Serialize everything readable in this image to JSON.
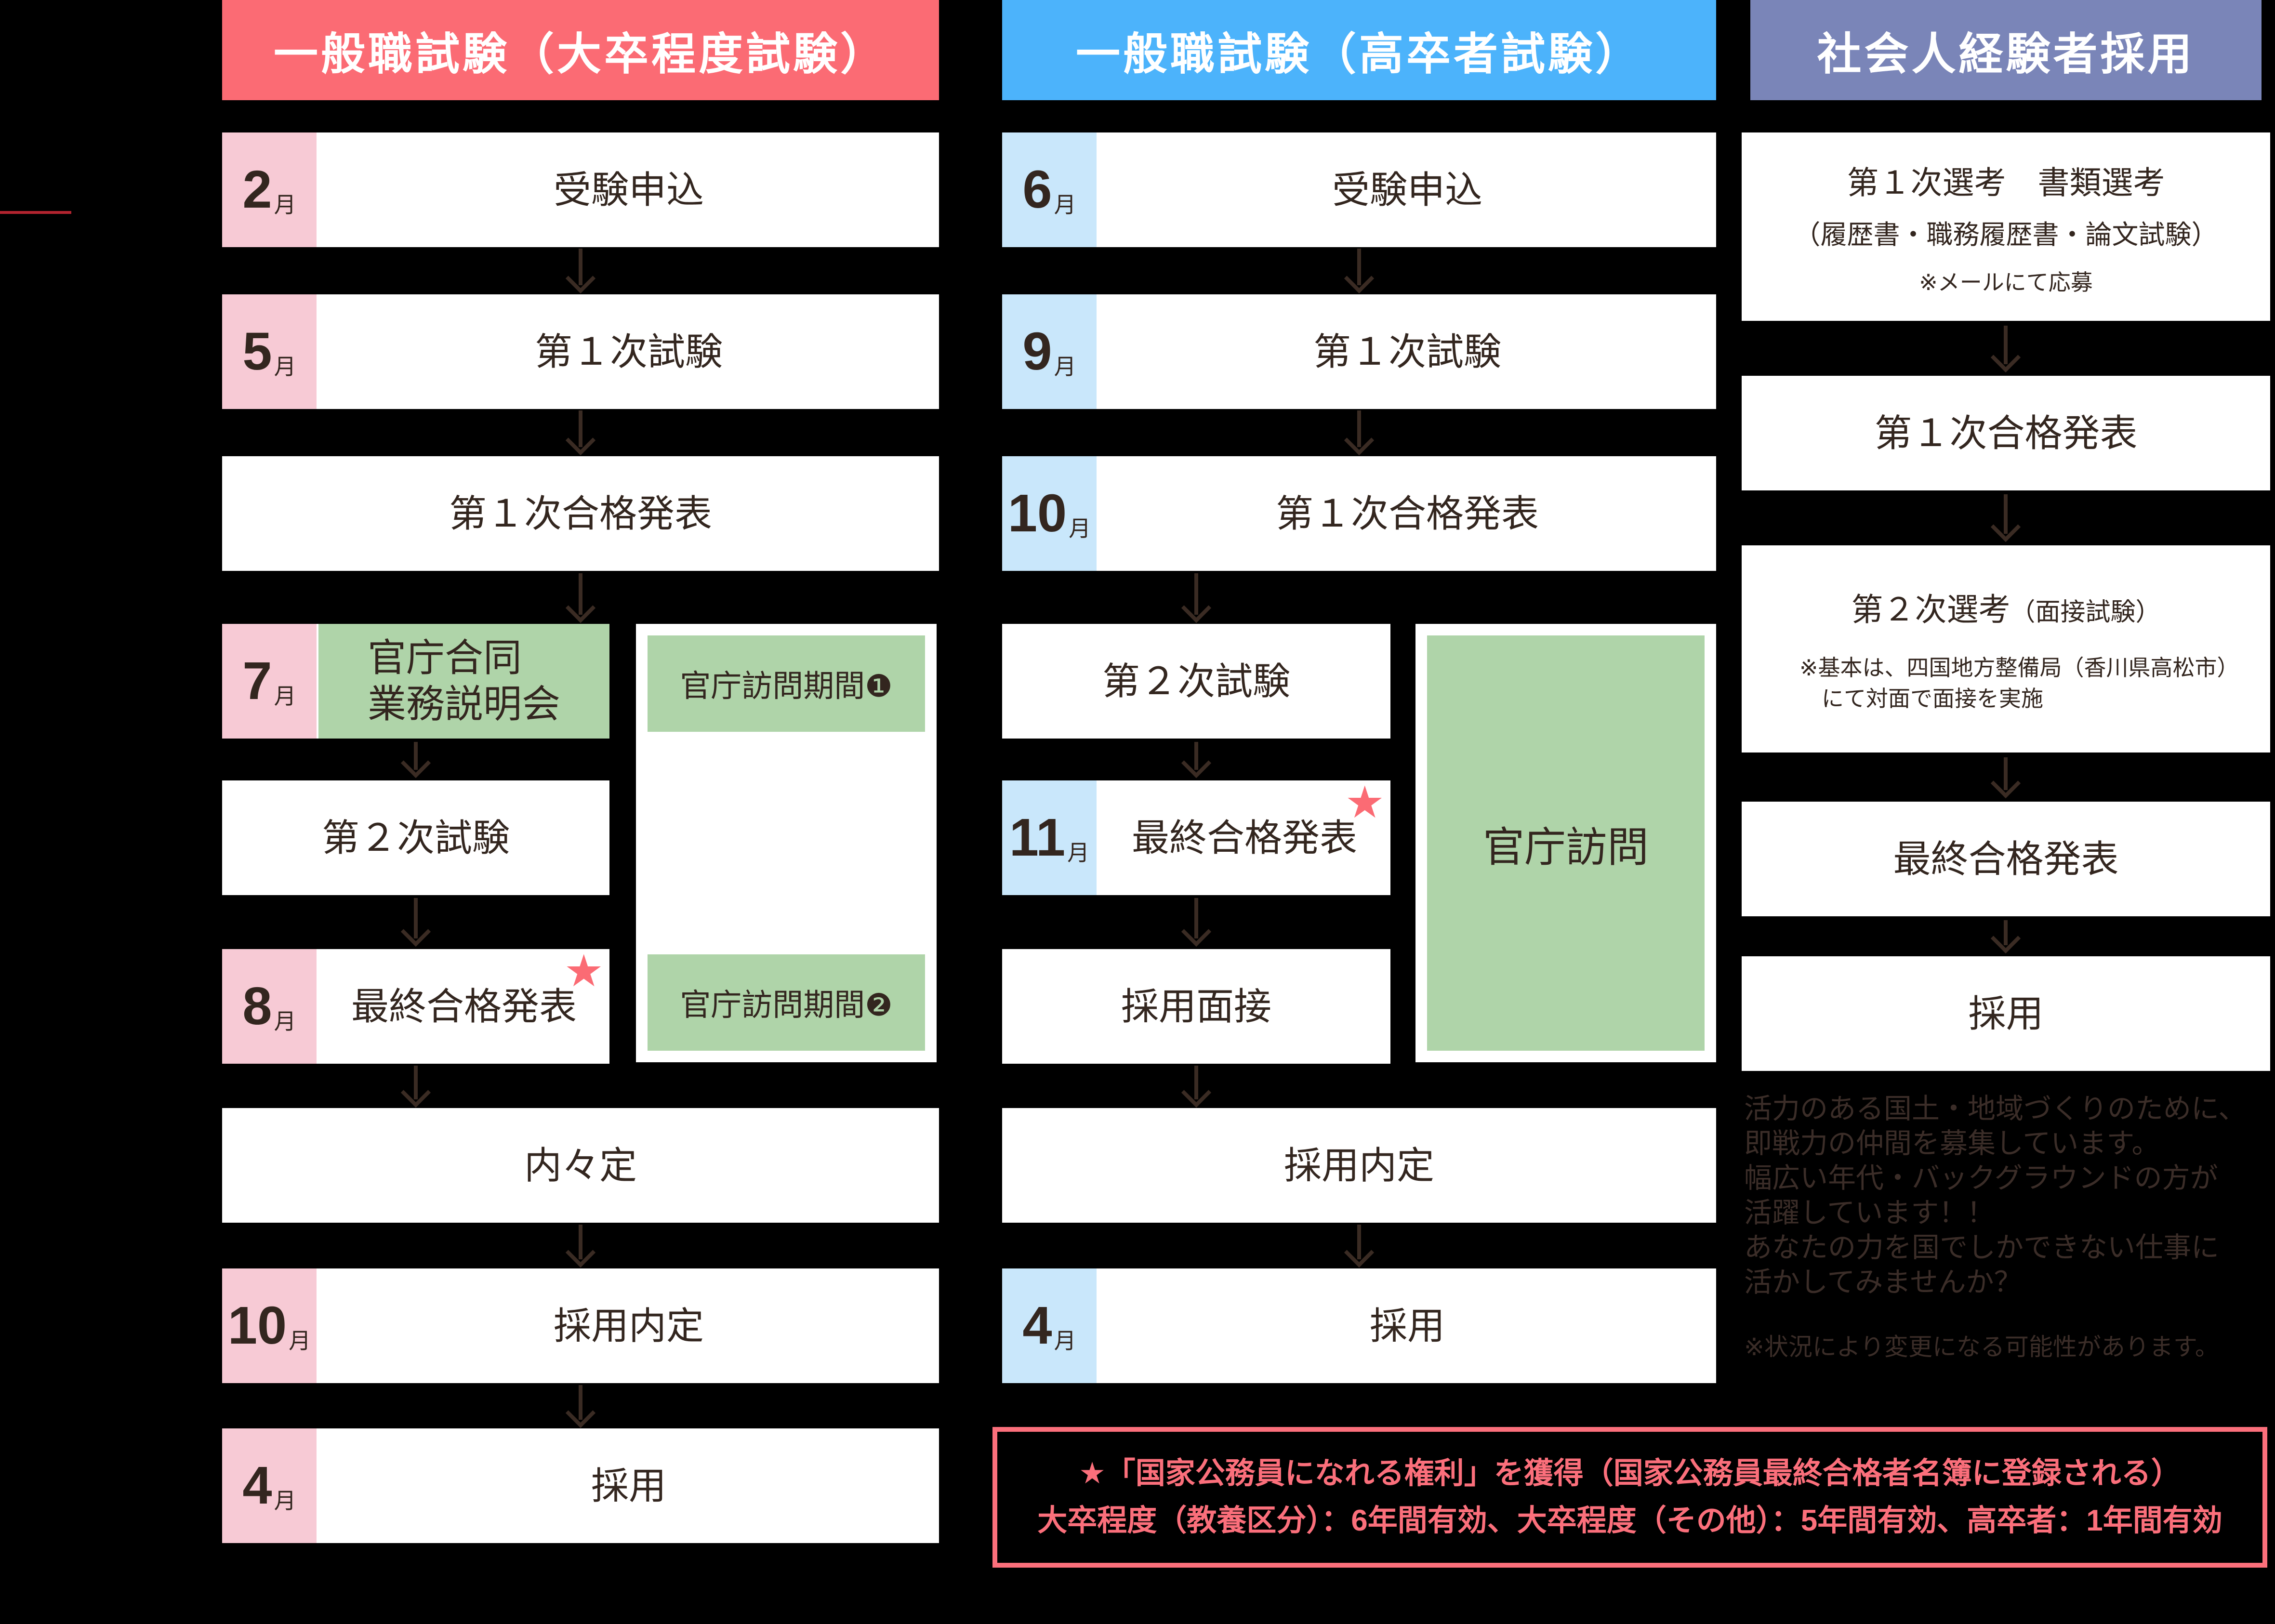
{
  "month_suffix": "月",
  "star_glyph": "★",
  "colors": {
    "background": "#000000",
    "column1_accent": "#FB6B74",
    "column1_month": "#F7CAD5",
    "column2_accent": "#4CB3FB",
    "column2_month": "#C9E7FB",
    "column3_accent": "#7A85B8",
    "highlight_green": "#AFD4A9",
    "box_text": "#33261F",
    "arrow": "#3A2B23",
    "footnote_red": "#FB6F7B",
    "left_mark_red": "#B3242F"
  },
  "col1": {
    "header": "一般職試験（大卒程度試験）",
    "rows": {
      "apply": {
        "month": "2",
        "label": "受験申込"
      },
      "exam1": {
        "month": "5",
        "label": "第１次試験"
      },
      "pass1": {
        "label": "第１次合格発表"
      },
      "seminar": {
        "month": "7",
        "label": "官庁合同\n業務説明会"
      },
      "exam2": {
        "label": "第２次試験"
      },
      "final": {
        "month": "8",
        "label": "最終合格発表"
      },
      "prenaitei": {
        "label": "内々定"
      },
      "naitei": {
        "month": "10",
        "label": "採用内定"
      },
      "saiyo": {
        "month": "4",
        "label": "採用"
      }
    },
    "visit1": "官庁訪問期間❶",
    "visit2": "官庁訪問期間❷"
  },
  "col2": {
    "header": "一般職試験（高卒者試験）",
    "rows": {
      "apply": {
        "month": "6",
        "label": "受験申込"
      },
      "exam1": {
        "month": "9",
        "label": "第１次試験"
      },
      "pass1": {
        "month": "10",
        "label": "第１次合格発表"
      },
      "exam2": {
        "label": "第２次試験"
      },
      "final": {
        "month": "11",
        "label": "最終合格発表"
      },
      "interview": {
        "label": "採用面接"
      },
      "naitei": {
        "label": "採用内定"
      },
      "saiyo": {
        "month": "4",
        "label": "採用"
      }
    },
    "visit": "官庁訪問"
  },
  "col3": {
    "header": "社会人経験者採用",
    "steps": {
      "screening1": {
        "title": "第１次選考　書類選考",
        "sub": "（履歴書・職務履歴書・論文試験）",
        "note": "※メールにて応募"
      },
      "pass1": {
        "title": "第１次合格発表"
      },
      "screening2": {
        "title": "第２次選考",
        "title_paren": "（面接試験）",
        "note": "※基本は、四国地方整備局（香川県高松市）\n　にて対面で面接を実施"
      },
      "final": {
        "title": "最終合格発表"
      },
      "saiyo": {
        "title": "採用"
      }
    },
    "message": "活力のある国土・地域づくりのために、\n即戦力の仲間を募集しています。\n幅広い年代・バックグラウンドの方が\n活躍しています！！\nあなたの力を国でしかできない仕事に\n活かしてみませんか？",
    "disclaimer": "※状況により変更になる可能性があります。"
  },
  "footnote": {
    "line1": "★「国家公務員になれる権利」を獲得（国家公務員最終合格者名簿に登録される）",
    "line2": "大卒程度（教養区分）：6年間有効、大卒程度（その他）：5年間有効、高卒者：1年間有効"
  }
}
